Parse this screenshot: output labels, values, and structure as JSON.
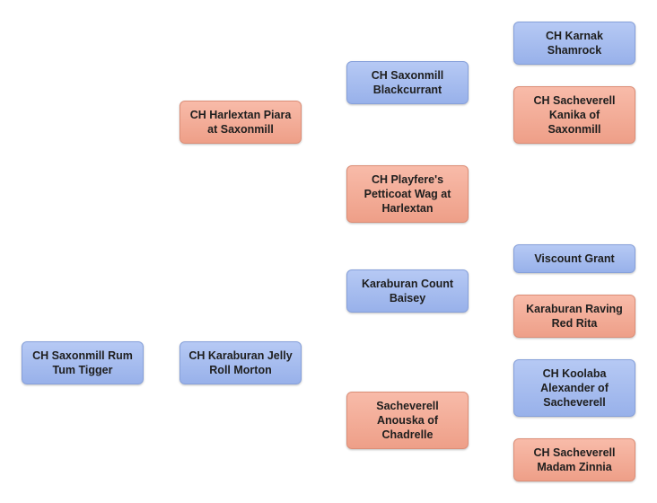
{
  "colors": {
    "male": "#a7bdef",
    "female": "#f3ad98"
  },
  "nodes": {
    "subject": {
      "label": "CH Saxonmill Rum Tum Tigger",
      "sex": "male"
    },
    "sire": {
      "label": "CH Karaburan Jelly Roll Morton",
      "sex": "male"
    },
    "dam": {
      "label": "CH Harlextan Piara at Saxonmill",
      "sex": "female"
    },
    "dam_sire": {
      "label": "CH Saxonmill Blackcurrant",
      "sex": "male"
    },
    "dam_dam": {
      "label": "CH Playfere's Petticoat Wag at Harlextan",
      "sex": "female"
    },
    "sire_sire": {
      "label": "Karaburan Count Baisey",
      "sex": "male"
    },
    "sire_dam": {
      "label": "Sacheverell Anouska of Chadrelle",
      "sex": "female"
    },
    "ggs_1": {
      "label": "CH Karnak Shamrock",
      "sex": "male"
    },
    "ggd_1": {
      "label": "CH Sacheverell Kanika of Saxonmill",
      "sex": "female"
    },
    "ggs_2": {
      "label": "Viscount Grant",
      "sex": "male"
    },
    "ggd_2": {
      "label": "Karaburan Raving Red Rita",
      "sex": "female"
    },
    "ggs_3": {
      "label": "CH Koolaba Alexander of Sacheverell",
      "sex": "male"
    },
    "ggd_3": {
      "label": "CH Sacheverell Madam Zinnia",
      "sex": "female"
    }
  }
}
